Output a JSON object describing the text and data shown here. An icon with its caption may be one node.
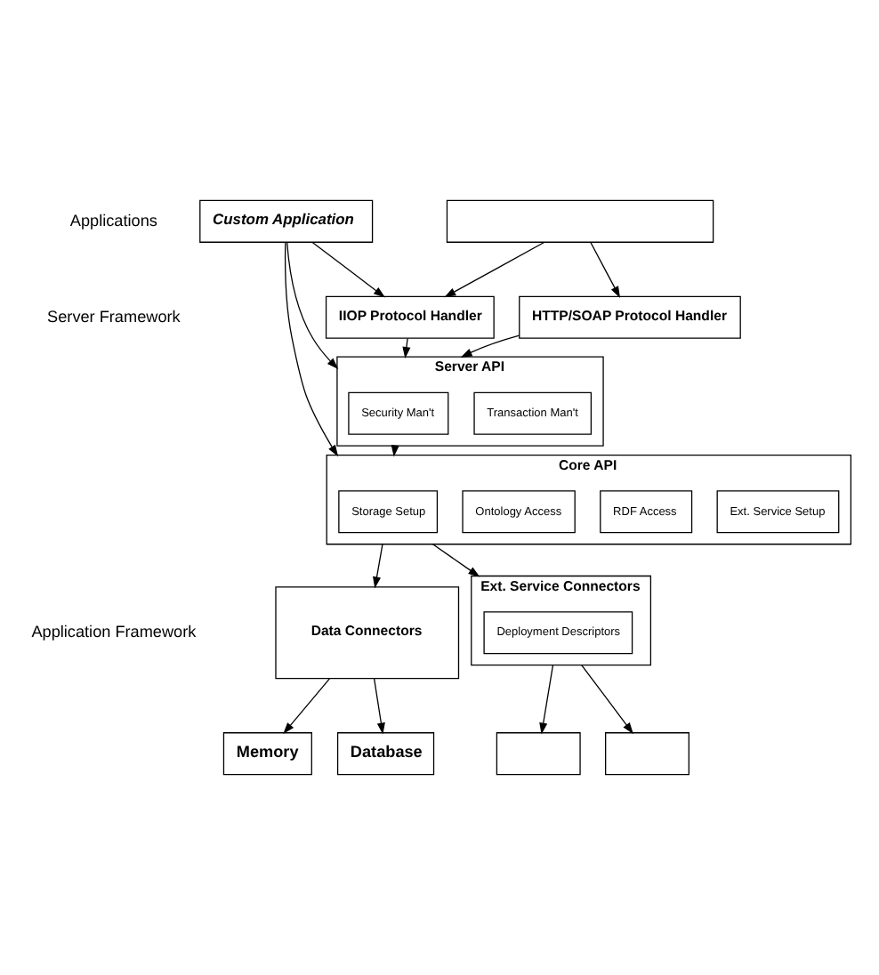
{
  "diagram": {
    "nodes": [
      {
        "text": [
          "Custom Application"
        ]
      },
      {
        "text": [],
        "shape": "box"
      },
      {
        "text": [
          "IIOP Protocol Handler"
        ]
      },
      {
        "text": [
          "HTTP/SOAP Protocol Handler"
        ]
      },
      {
        "text": [
          "Server API"
        ]
      },
      {
        "text": [
          "Security Man't"
        ],
        "in": 4
      },
      {
        "text": [
          "Transaction Man't"
        ],
        "in": 4
      },
      {
        "text": [
          "Core API"
        ]
      },
      {
        "text": [
          "Storage Setup"
        ],
        "in": 7
      },
      {
        "text": [
          "Ontology Access"
        ],
        "in": 7
      },
      {
        "text": [
          "RDF Access"
        ],
        "in": 7
      },
      {
        "text": [
          "Ext. Service Setup"
        ],
        "in": 7
      },
      {
        "text": [
          "Data Connectors"
        ]
      },
      {
        "text": [
          "Ext. Service Connectors"
        ]
      },
      {
        "text": [
          "Deployment Descriptors"
        ],
        "in": 13
      },
      {
        "text": [
          "Memory"
        ]
      },
      {
        "text": [
          "Database"
        ]
      },
      {
        "text": [],
        "shape": "box"
      },
      {
        "text": [],
        "shape": "box"
      }
    ],
    "edges": [
      {
        "from": 1,
        "to": 2,
        "arrow": "to"
      },
      {
        "from": 1,
        "to": 3,
        "arrow": "to"
      },
      {
        "from": 0,
        "to": 2,
        "arrow": "to"
      },
      {
        "from": 0,
        "to": 4,
        "arrow": "to"
      },
      {
        "from": 0,
        "to": 7,
        "arrow": "to"
      },
      {
        "from": 2,
        "to": 4,
        "arrow": "to"
      },
      {
        "from": 3,
        "to": 4,
        "arrow": "to"
      },
      {
        "from": 4,
        "to": 7,
        "arrow": "to"
      },
      {
        "from": 7,
        "to": 12,
        "arrow": "to"
      },
      {
        "from": 7,
        "to": 13,
        "arrow": "to"
      },
      {
        "from": 12,
        "to": 15,
        "arrow": "to"
      },
      {
        "from": 12,
        "to": 16,
        "arrow": "to"
      },
      {
        "from": 13,
        "to": 17,
        "arrow": "to"
      },
      {
        "from": 13,
        "to": 18,
        "arrow": "to"
      }
    ],
    "labels": [
      "Applications",
      "Server Framework",
      "Application Framework"
    ]
  }
}
